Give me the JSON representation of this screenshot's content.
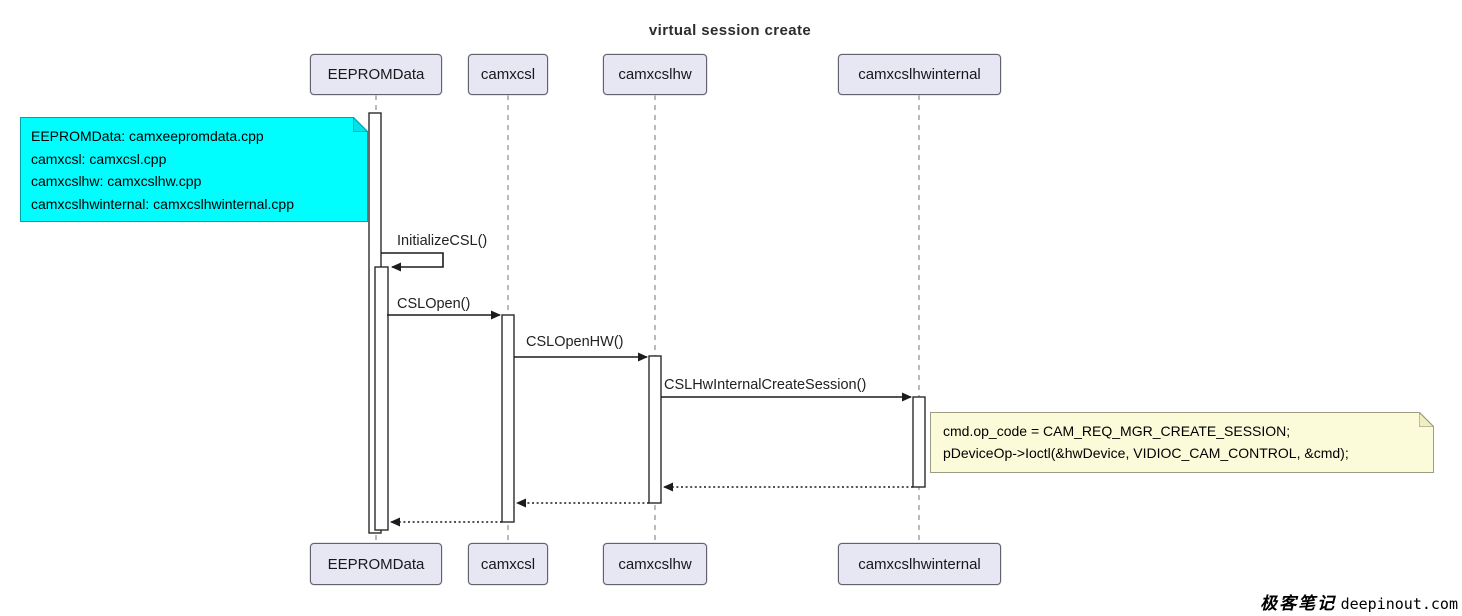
{
  "title": "virtual session create",
  "participants": [
    {
      "label": "EEPROMData"
    },
    {
      "label": "camxcsl"
    },
    {
      "label": "camxcslhw"
    },
    {
      "label": "camxcslhwinternal"
    }
  ],
  "messages": {
    "initialize_csl": "InitializeCSL()",
    "csl_open": "CSLOpen()",
    "csl_open_hw": "CSLOpenHW()",
    "csl_hw_internal_create_session": "CSLHwInternalCreateSession()"
  },
  "notes": {
    "mapping": {
      "fill_color": "#00FFFF",
      "lines": [
        "EEPROMData: camxeepromdata.cpp",
        "camxcsl: camxcsl.cpp",
        "camxcslhw: camxcslhw.cpp",
        "camxcslhwinternal: camxcslhwinternal.cpp"
      ]
    },
    "code": {
      "fill_color": "#FBFBD9",
      "lines": [
        "cmd.op_code = CAM_REQ_MGR_CREATE_SESSION;",
        "pDeviceOp->Ioctl(&hwDevice, VIDIOC_CAM_CONTROL, &cmd);"
      ]
    }
  },
  "watermark": {
    "brand_cn": "极客笔记",
    "brand_en": "deepinout.com"
  },
  "colors": {
    "participant_fill": "#E7E7F4",
    "note_mapping_fill": "#00FFFF",
    "note_code_fill": "#FBFBD9"
  }
}
